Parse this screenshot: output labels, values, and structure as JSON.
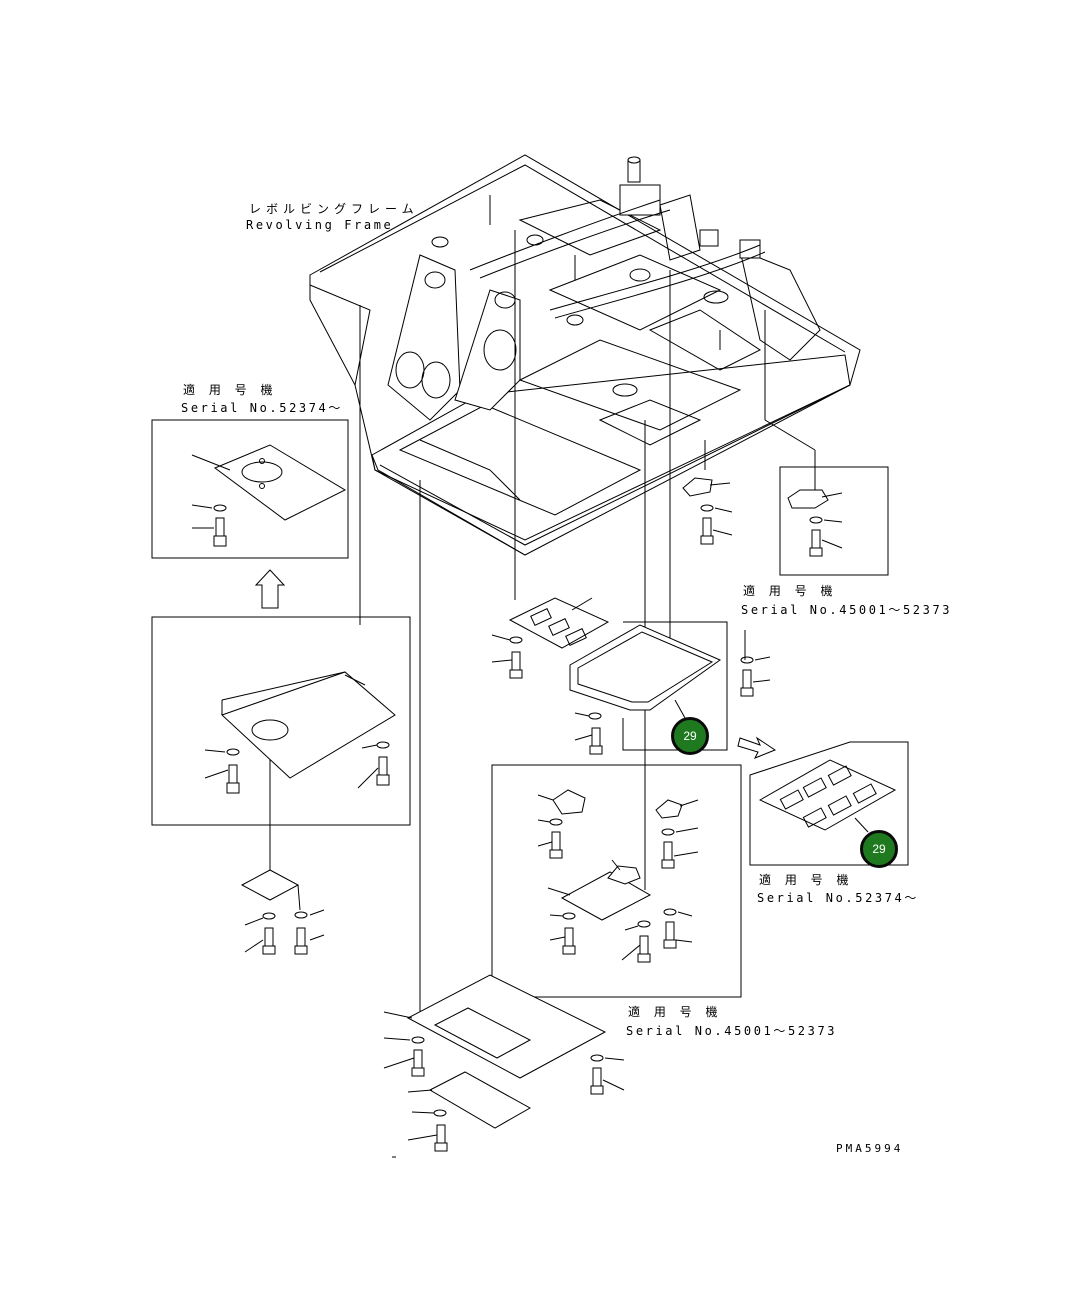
{
  "frame": {
    "label_jp": "レボルビングフレーム",
    "label_en": "Revolving Frame"
  },
  "serial_notes": [
    {
      "jp": "適 用 号 機",
      "en": "Serial No.52374〜"
    },
    {
      "jp": "適 用 号 機",
      "en": "Serial No.45001〜52373"
    },
    {
      "jp": "適 用 号 機",
      "en": "Serial No.52374〜"
    },
    {
      "jp": "適 用 号 機",
      "en": "Serial No.45001〜52373"
    }
  ],
  "callouts": [
    "29",
    "29"
  ],
  "drawing_code": "PMA5994",
  "colors": {
    "callout_fill": "#1f7a1f",
    "callout_border": "#0a0a0a",
    "line": "#000000"
  }
}
